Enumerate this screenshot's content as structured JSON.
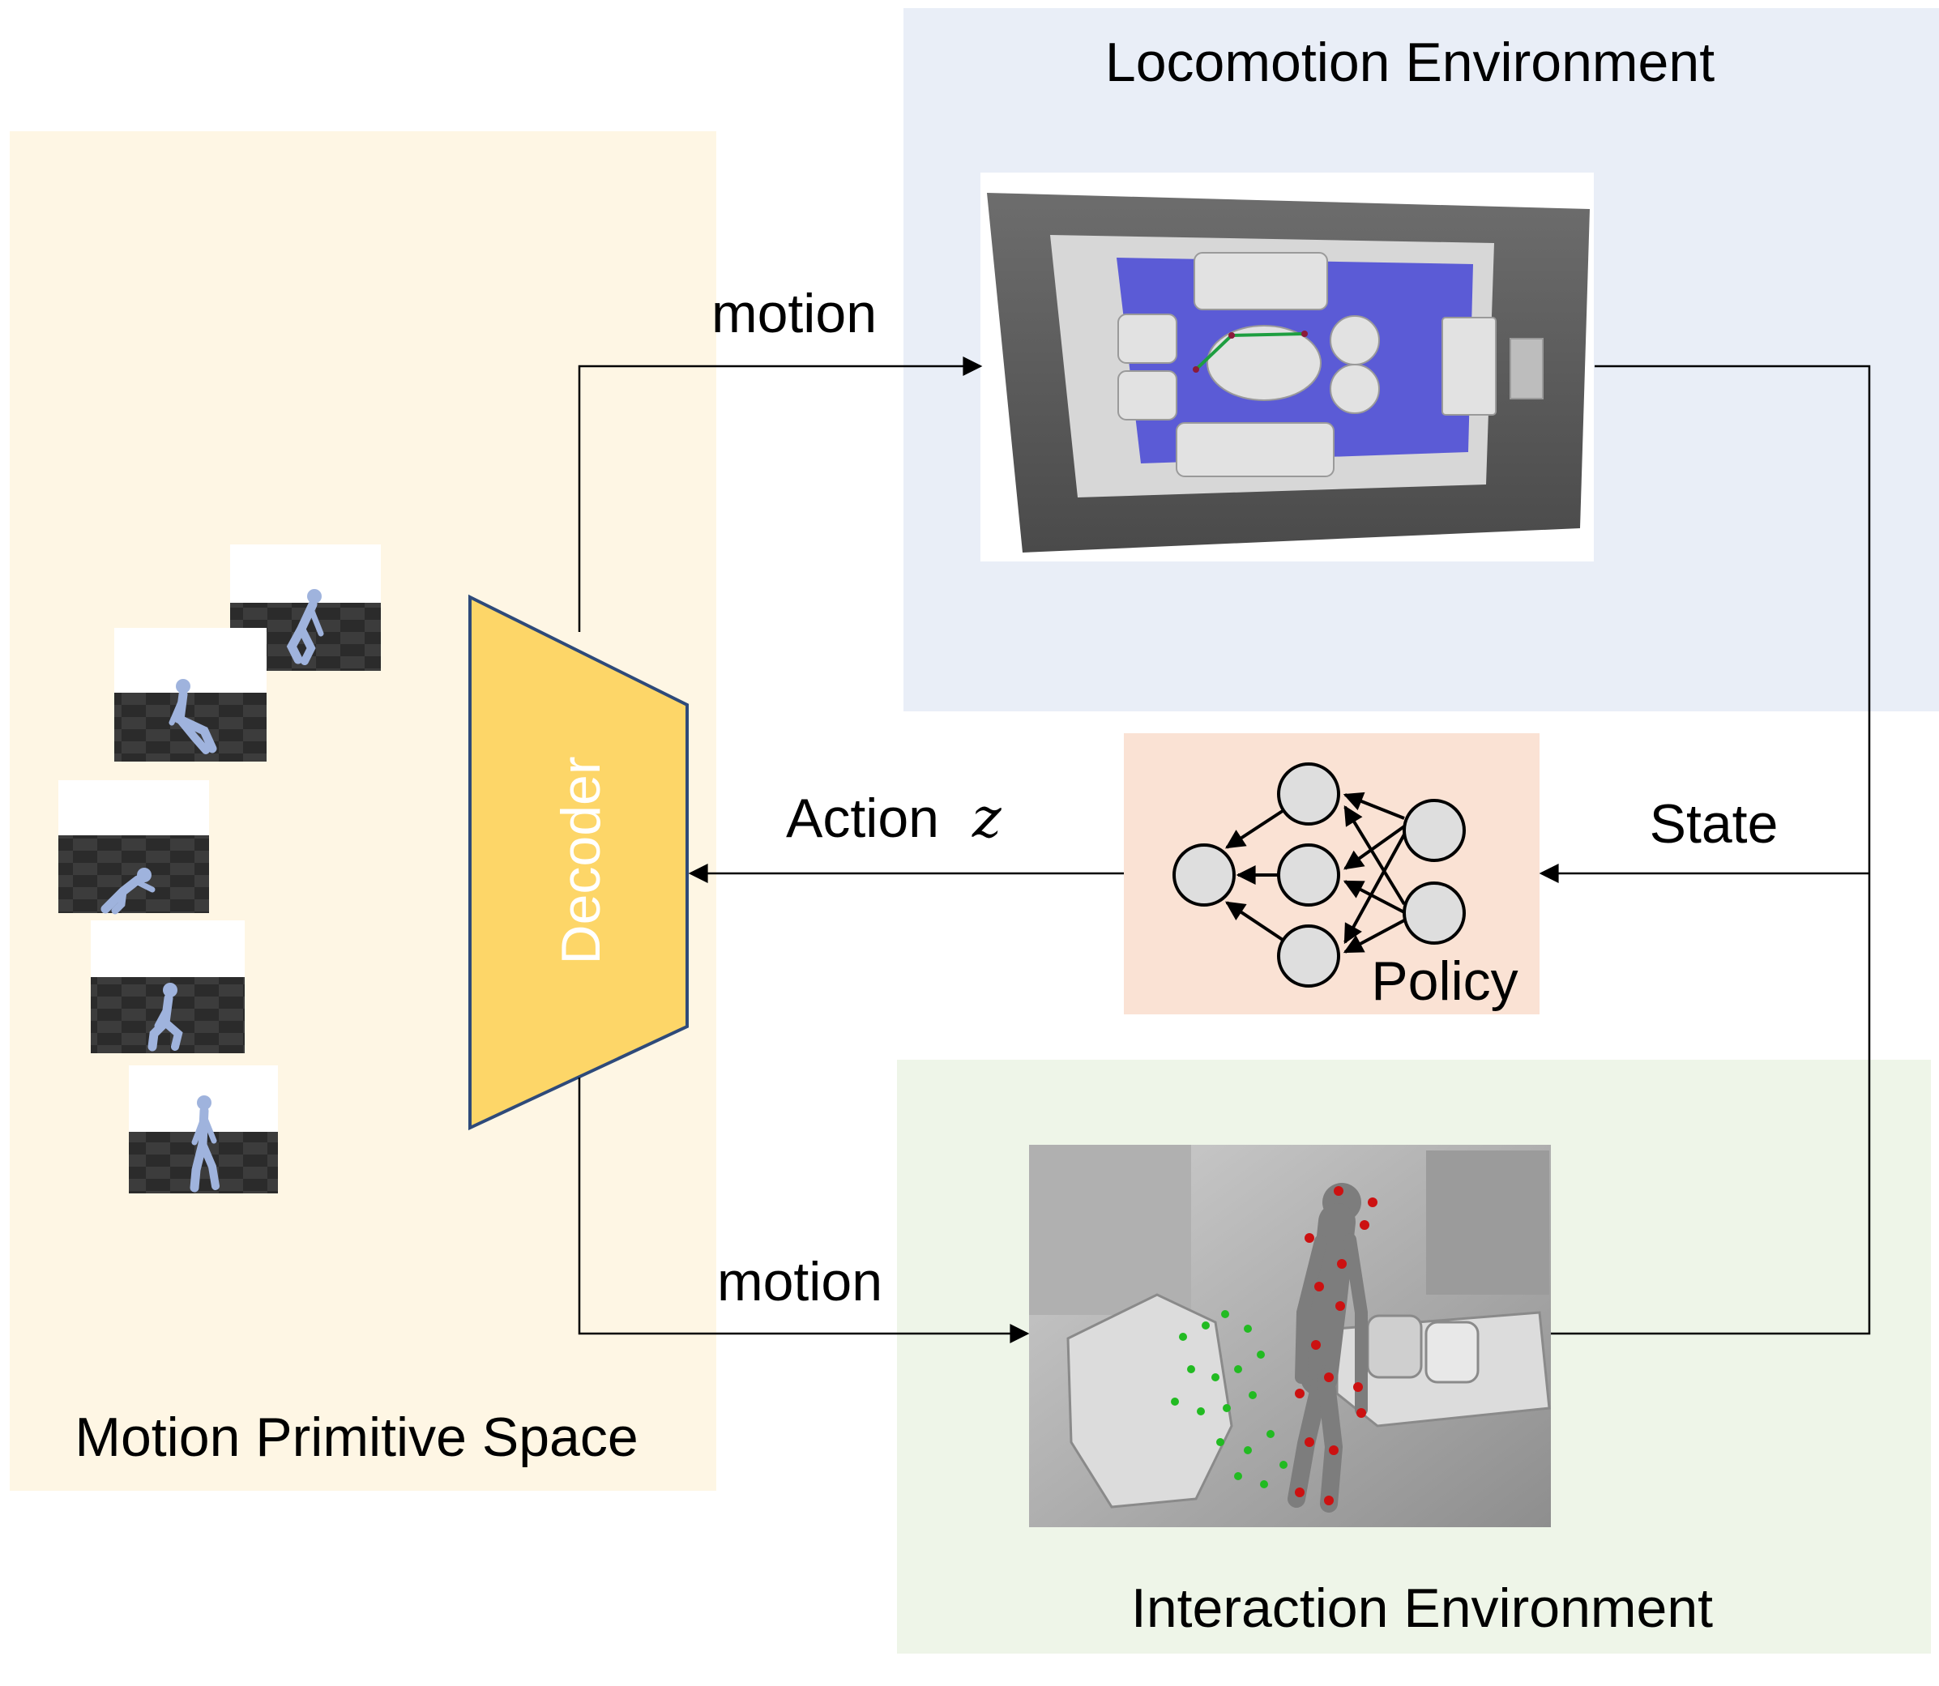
{
  "labels": {
    "motion_top": "motion",
    "motion_bottom": "motion",
    "action_text": "Action",
    "action_symbol": "z",
    "state": "State",
    "decoder": "Decoder",
    "policy": "Policy",
    "locomotion_environment": "Locomotion Environment",
    "interaction_environment": "Interaction Environment",
    "motion_primitive_space": "Motion Primitive Space"
  },
  "colors": {
    "primitive_panel": "#fef6e4",
    "locomotion_panel": "#e9eef7",
    "interaction_panel": "#eef5e8",
    "policy_box": "#fae2d4",
    "decoder_fill": "#fdd668",
    "decoder_stroke": "#2e4a7a",
    "arrow": "#000000",
    "keypoint_red": "#cc1111",
    "keypoint_green": "#22bb22",
    "room_floor": "#5b5bd6"
  }
}
